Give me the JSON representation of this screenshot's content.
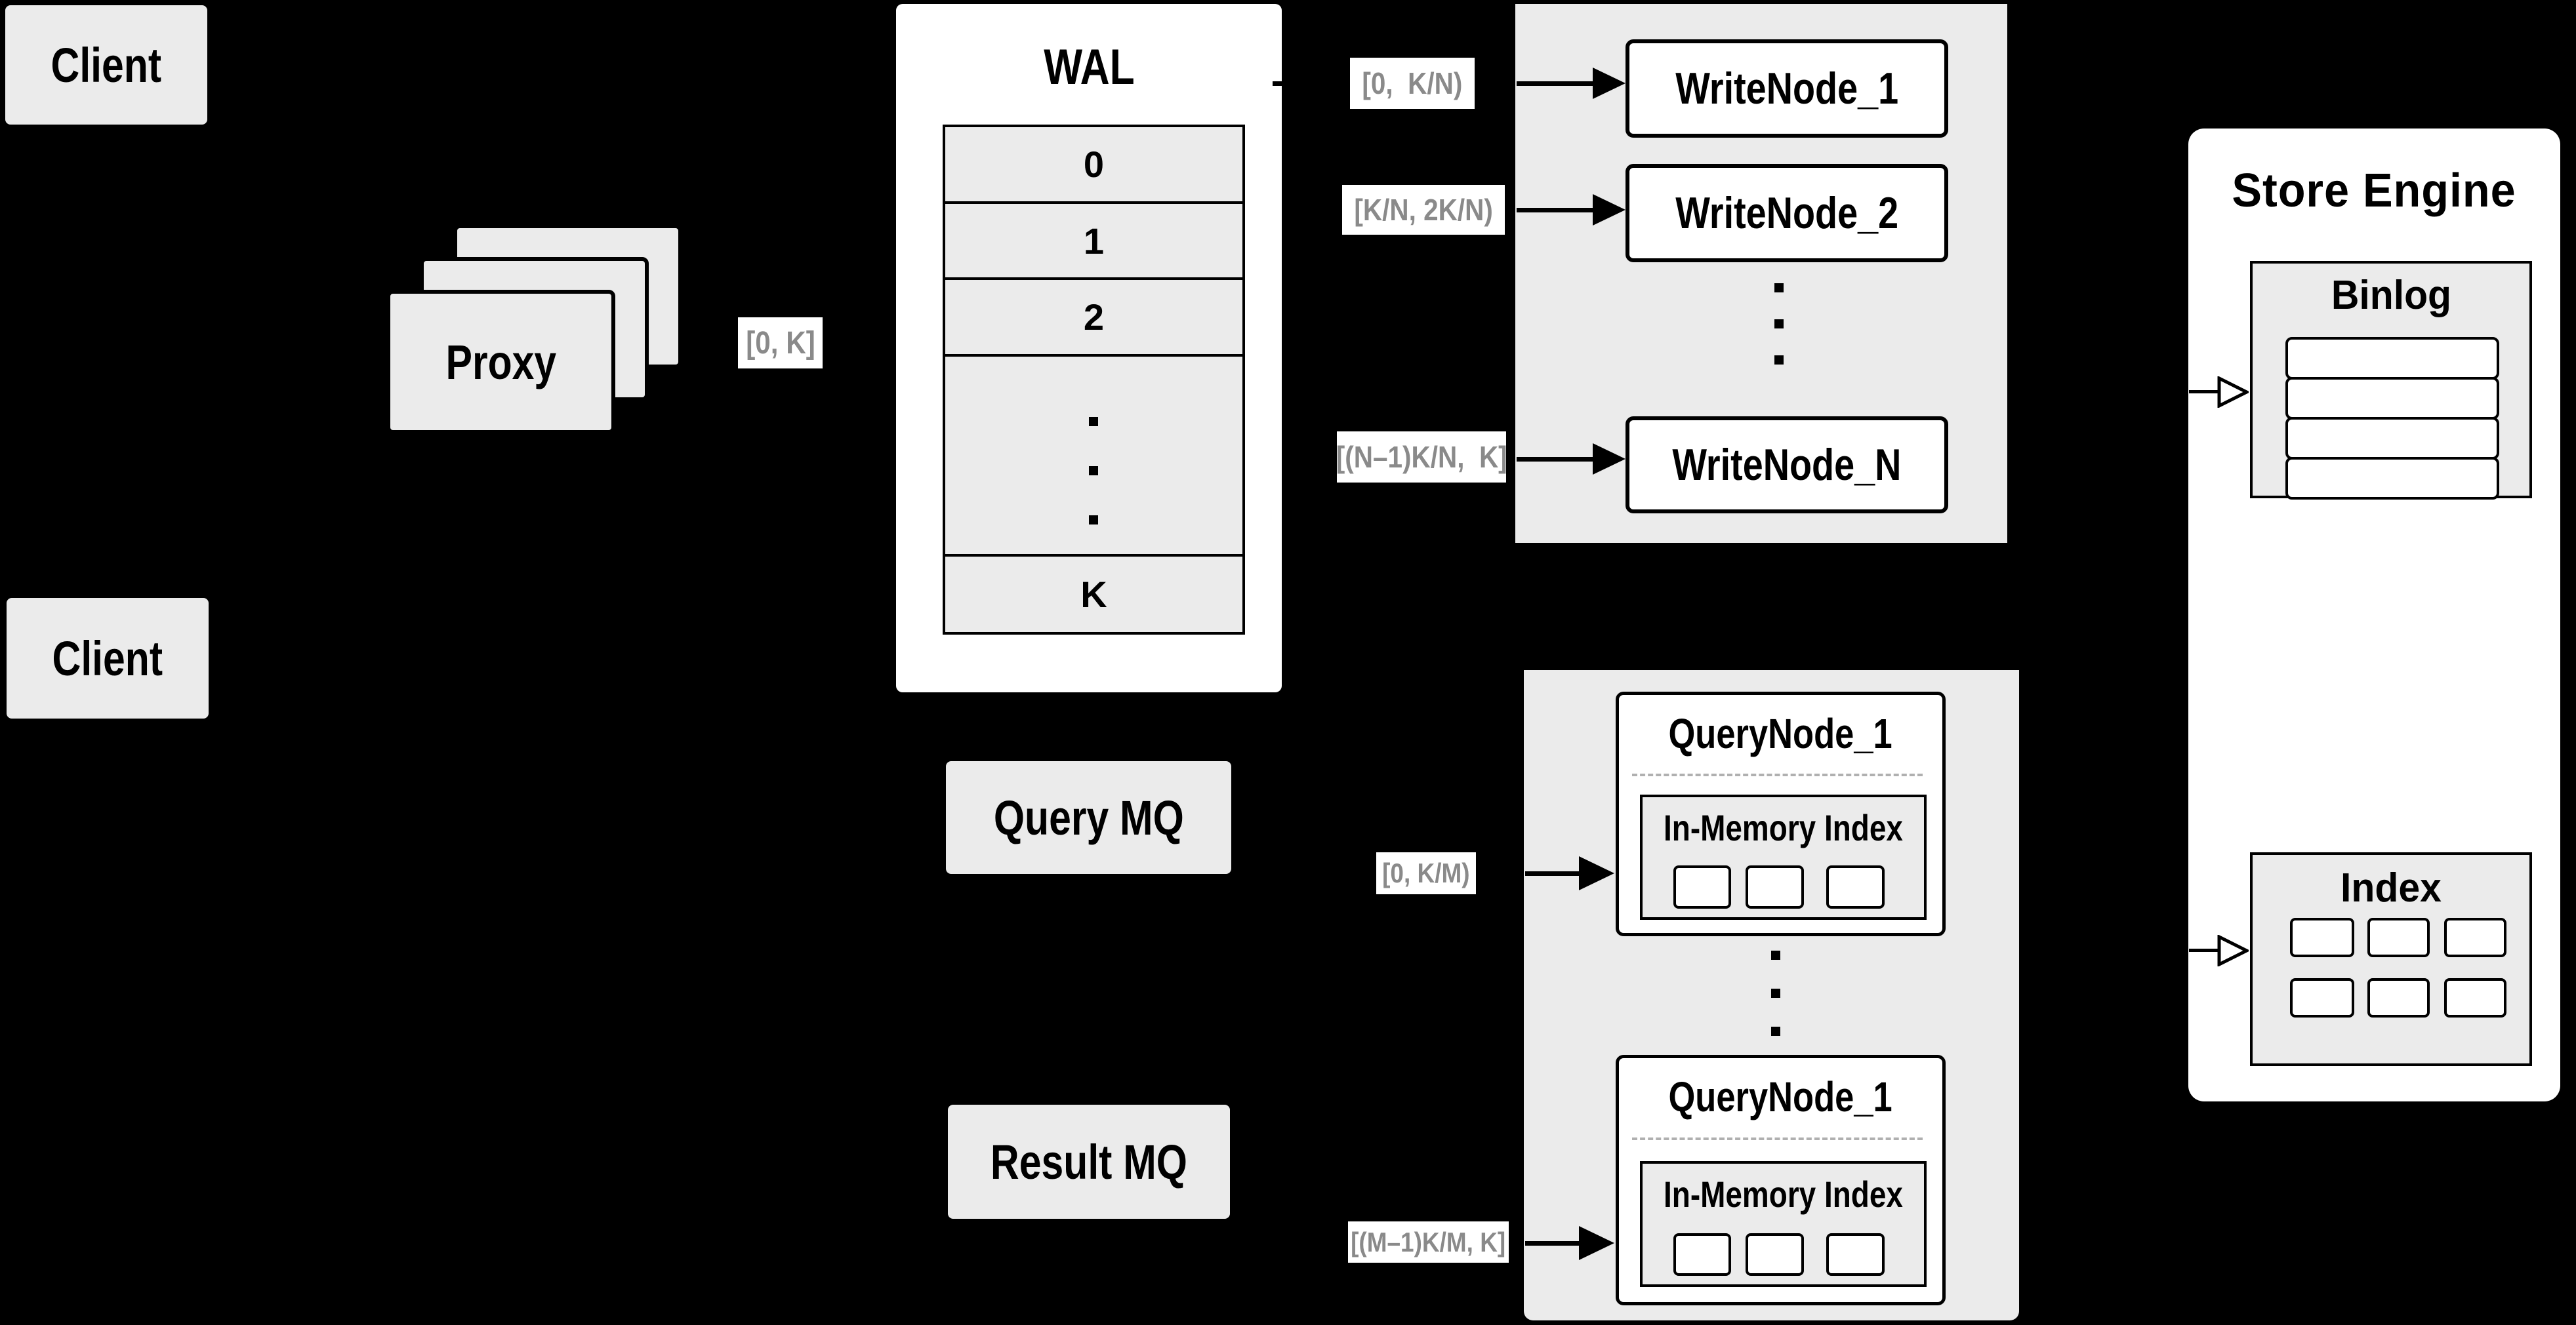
{
  "colors": {
    "background": "#000000",
    "panel_gray": "#ebebeb",
    "box_white": "#ffffff",
    "border_black": "#000000",
    "range_text_gray": "#8a8a8a",
    "dashed_separator_gray": "#b0b0b0"
  },
  "clients": {
    "top": "Client",
    "bottom": "Client"
  },
  "proxy": {
    "label": "Proxy",
    "range_out": "[0, K]"
  },
  "wal": {
    "title": "WAL",
    "segments": [
      "0",
      "1",
      "2",
      "K"
    ]
  },
  "write_section": {
    "ranges": [
      "[0,  K/N)",
      "[K/N, 2K/N)",
      "[(N–1)K/N,  K]"
    ],
    "nodes": [
      "WriteNode_1",
      "WriteNode_2",
      "WriteNode_N"
    ]
  },
  "store_engine": {
    "title": "Store Engine",
    "binlog": {
      "title": "Binlog",
      "row_count": 4
    },
    "index": {
      "title": "Index",
      "cell_count": 6
    }
  },
  "messaging": {
    "query_mq": "Query MQ",
    "result_mq": "Result MQ"
  },
  "query_section": {
    "ranges": [
      "[0, K/M)",
      "[(M–1)K/M, K]"
    ],
    "nodes": [
      {
        "title": "QueryNode_1",
        "subtitle": "In-Memory Index"
      },
      {
        "title": "QueryNode_1",
        "subtitle": "In-Memory Index"
      }
    ]
  }
}
